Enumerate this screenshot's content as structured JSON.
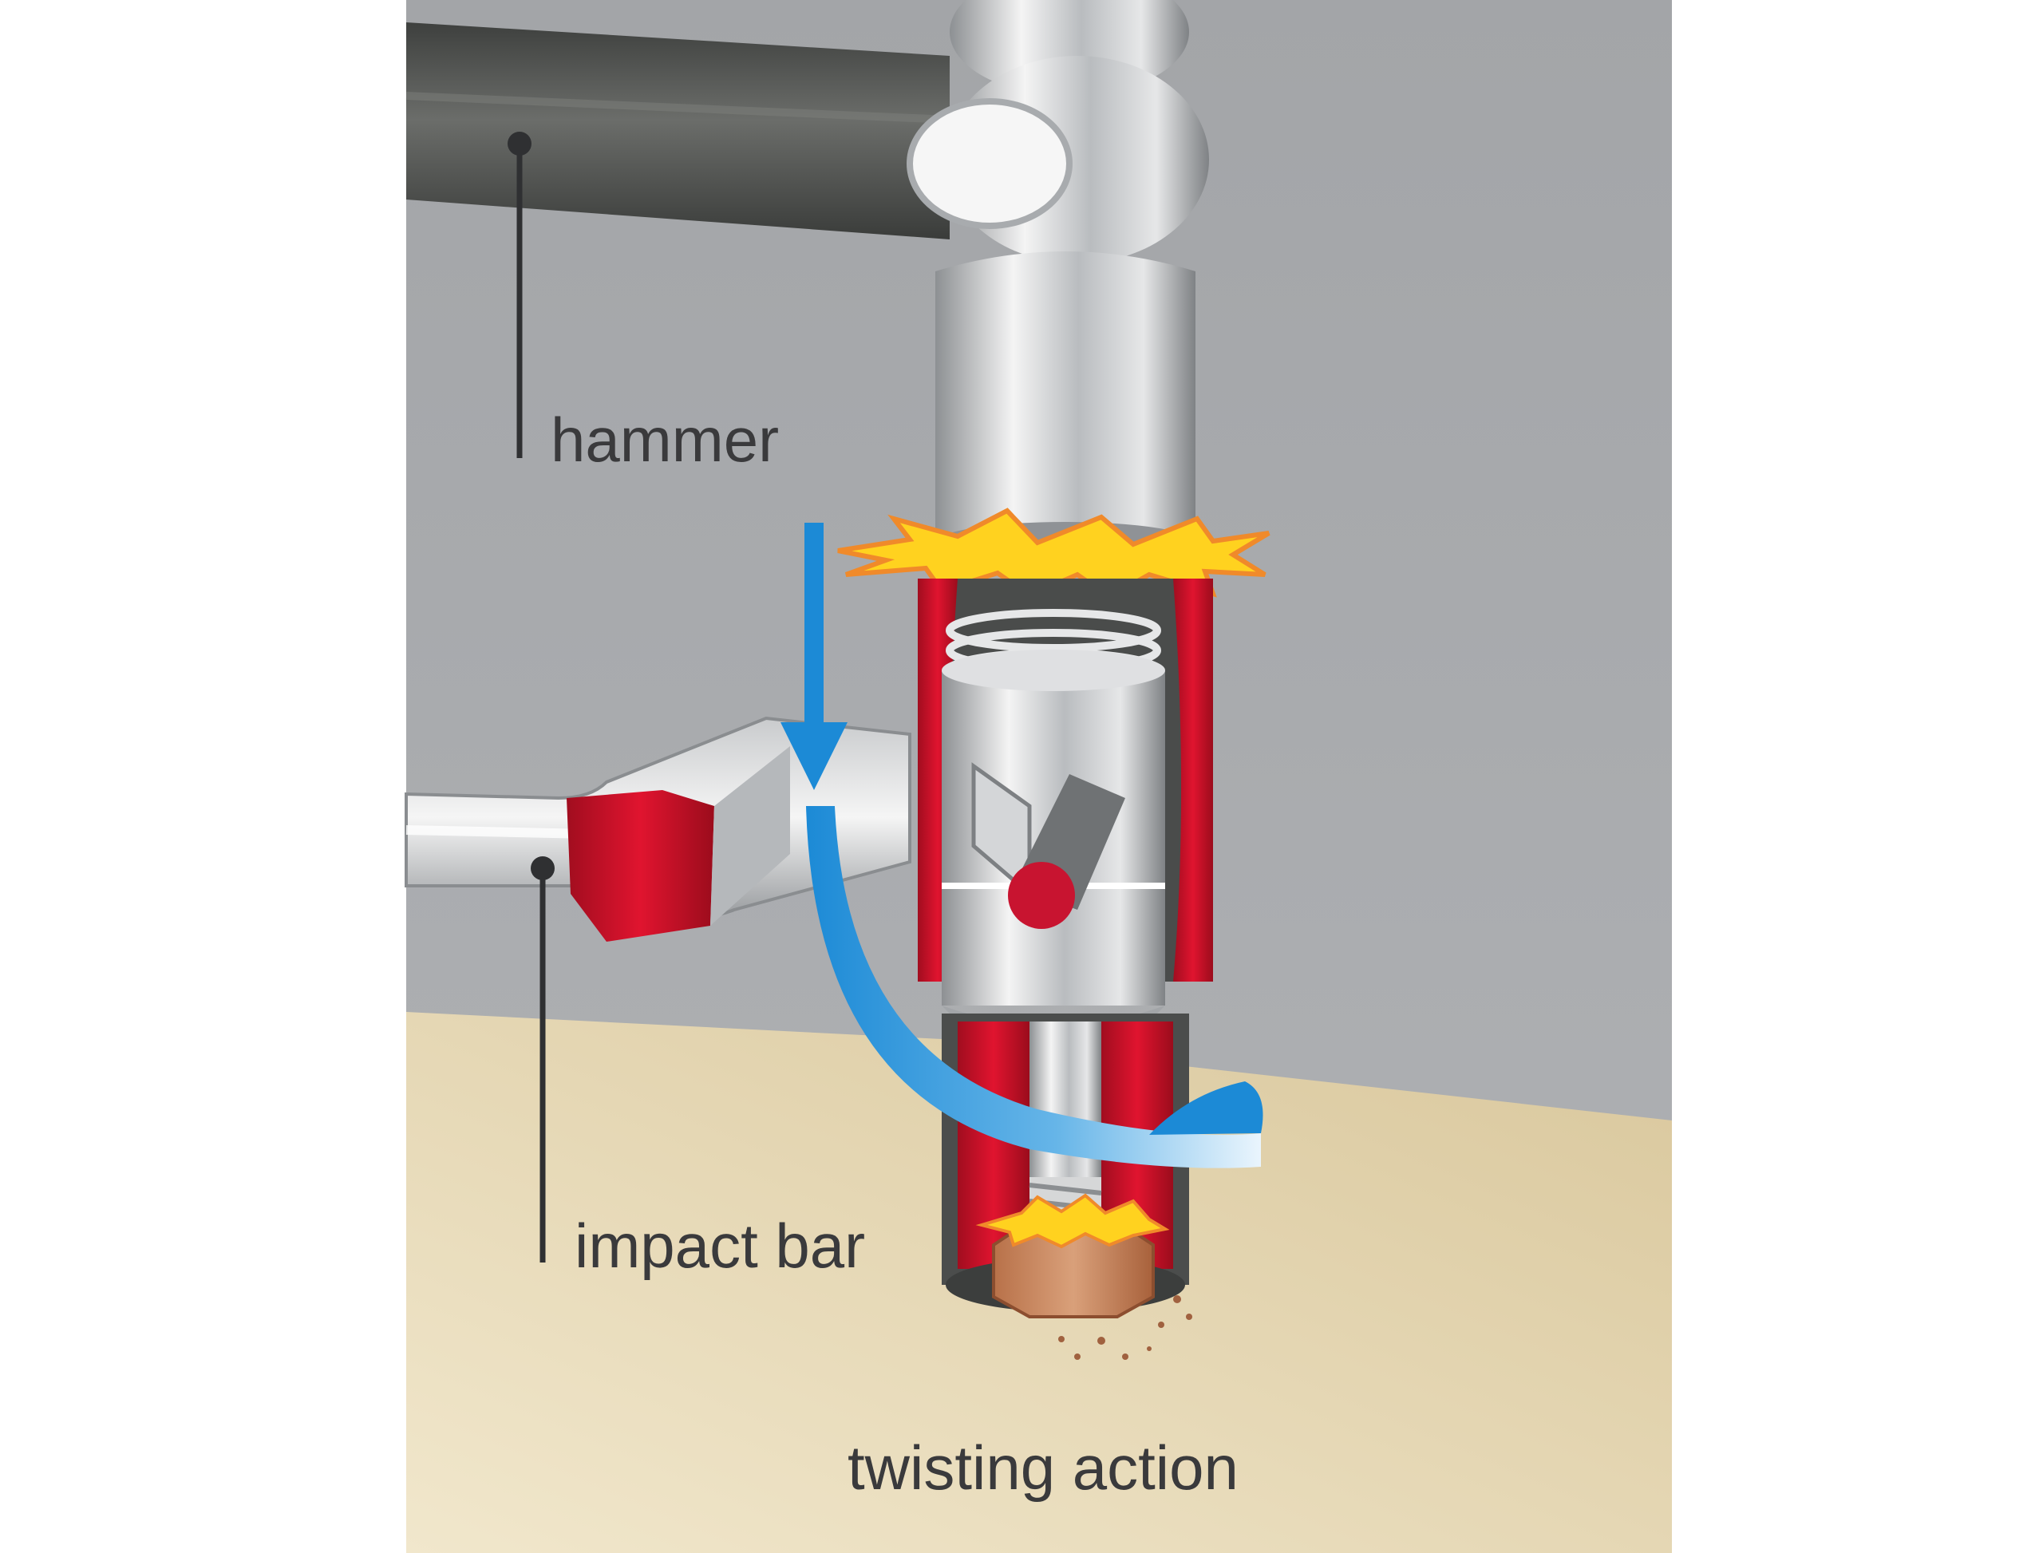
{
  "labels": {
    "hammer": "hammer",
    "impact_bar": "impact bar",
    "twisting_action": "twisting action"
  },
  "colors": {
    "wall": "#a9abae",
    "floor": "#e2d2aa",
    "handle": "#5a5c5a",
    "red": "#d0112b",
    "arrow": "#1c8ad6",
    "spark": "#ffd21f",
    "nut": "#c9875c",
    "text": "#3a3a3c"
  },
  "icons": [
    "hammer-illustration",
    "impact-bar-illustration",
    "socket-illustration",
    "nut-icon",
    "impact-spark-icon",
    "down-arrow-icon",
    "twist-arrow-icon"
  ]
}
